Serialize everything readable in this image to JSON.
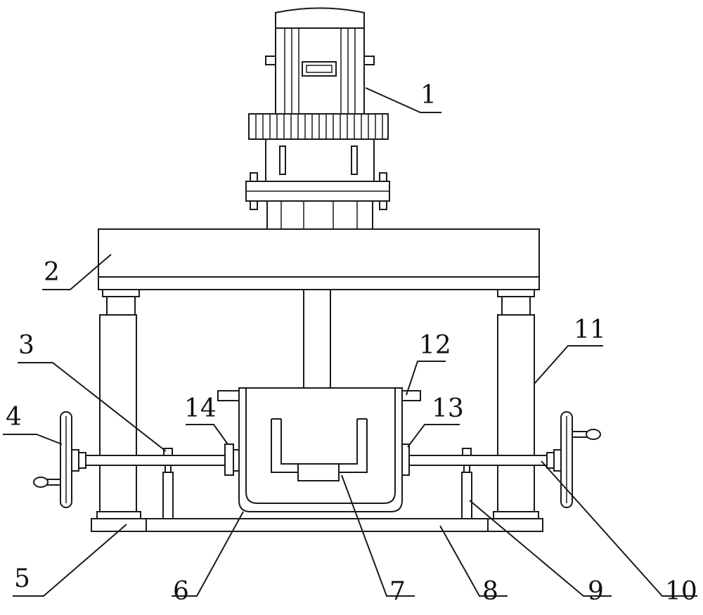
{
  "labels": {
    "l1": "1",
    "l2": "2",
    "l3": "3",
    "l4": "4",
    "l5": "5",
    "l6": "6",
    "l7": "7",
    "l8": "8",
    "l9": "9",
    "l10": "10",
    "l11": "11",
    "l12": "12",
    "l13": "13",
    "l14": "14"
  },
  "colors": {
    "line": "#1a1a1a",
    "background": "#ffffff"
  }
}
